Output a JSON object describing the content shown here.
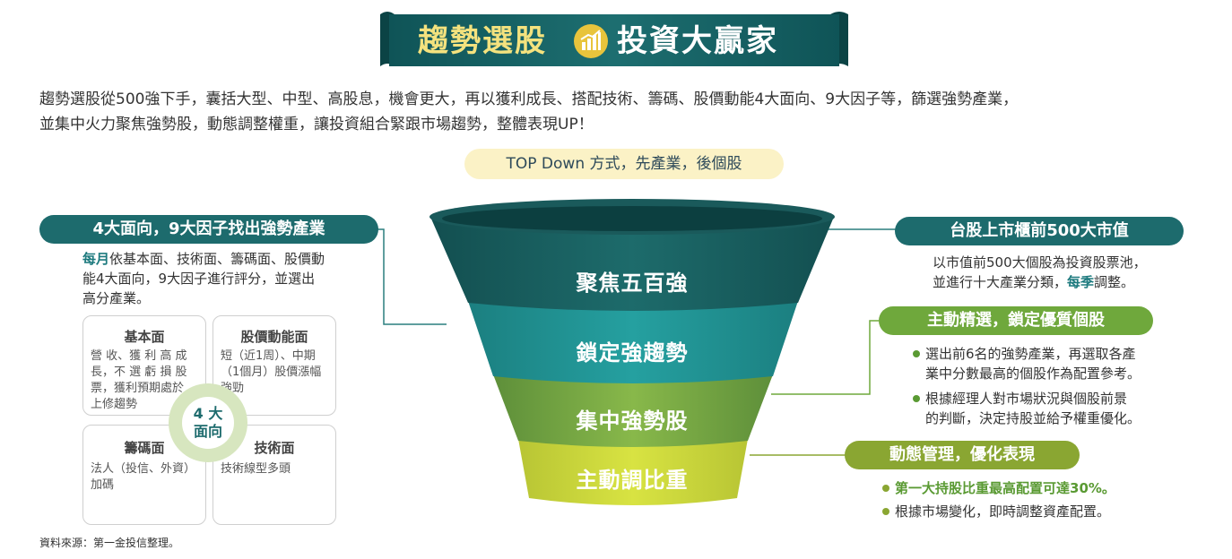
{
  "banner": {
    "title_left": "趨勢選股",
    "title_right": "投資大贏家",
    "icon": "chart-coin-icon"
  },
  "intro": {
    "line1": "趨勢選股從500強下手，囊括大型、中型、高股息，機會更大，再以獲利成長、搭配技術、籌碼、股價動能4大面向、9大因子等，篩選強勢產業，",
    "line2": "並集中火力聚焦強勢股，動態調整權重，讓投資組合緊跟市場趨勢，整體表現UP！"
  },
  "topdown": "TOP Down 方式，先產業，後個股",
  "left_panel": {
    "pill": "4大面向，9大因子找出強勢產業",
    "desc_highlight": "每月",
    "desc_rest1": "依基本面、技術面、籌碼面、股價動",
    "desc_rest2": "能4大面向，9大因子進行評分，並選出",
    "desc_rest3": "高分產業。",
    "center_line1": "4 大",
    "center_line2": "面向",
    "factors": [
      {
        "title": "基本面",
        "lines": [
          "營 收、獲 利 高 成",
          "長，不 選 虧 損 股",
          "票，獲利預期處於",
          "上修趨勢"
        ]
      },
      {
        "title": "股價動能面",
        "lines": [
          "短（近1周）、中期",
          "（1個月）股價漲幅",
          "強勁"
        ]
      },
      {
        "title": "籌碼面",
        "lines": [
          "法人（投信、外資）",
          "加碼"
        ]
      },
      {
        "title": "技術面",
        "lines": [
          "技術線型多頭"
        ]
      }
    ]
  },
  "funnel": {
    "stages": [
      "聚焦五百強",
      "鎖定強趨勢",
      "集中強勢股",
      "主動調比重"
    ],
    "colors": [
      "#1a5e5e",
      "#1f8f8f",
      "#7aa83e",
      "#c8d638"
    ]
  },
  "right_panel": {
    "pill1": "台股上市櫃前500大市值",
    "desc1_line1": "以市值前500大個股為投資股票池，",
    "desc1_line2_pre": "並進行十大產業分類，",
    "desc1_line2_hl": "每季",
    "desc1_line2_post": "調整。",
    "pill2": "主動精選，鎖定優質個股",
    "bullets2": [
      [
        "選出前6名的強勢產業，再選取各產",
        "業中分數最高的個股作為配置參考。"
      ],
      [
        "根據經理人對市場狀況與個股前景",
        "的判斷，決定持股並給予權重優化。"
      ]
    ],
    "pill3": "動態管理，優化表現",
    "bullets3": [
      "第一大持股比重最高配置可達30%。",
      "根據市場變化，即時調整資產配置。"
    ]
  },
  "source": "資料來源：第一金投信整理。"
}
